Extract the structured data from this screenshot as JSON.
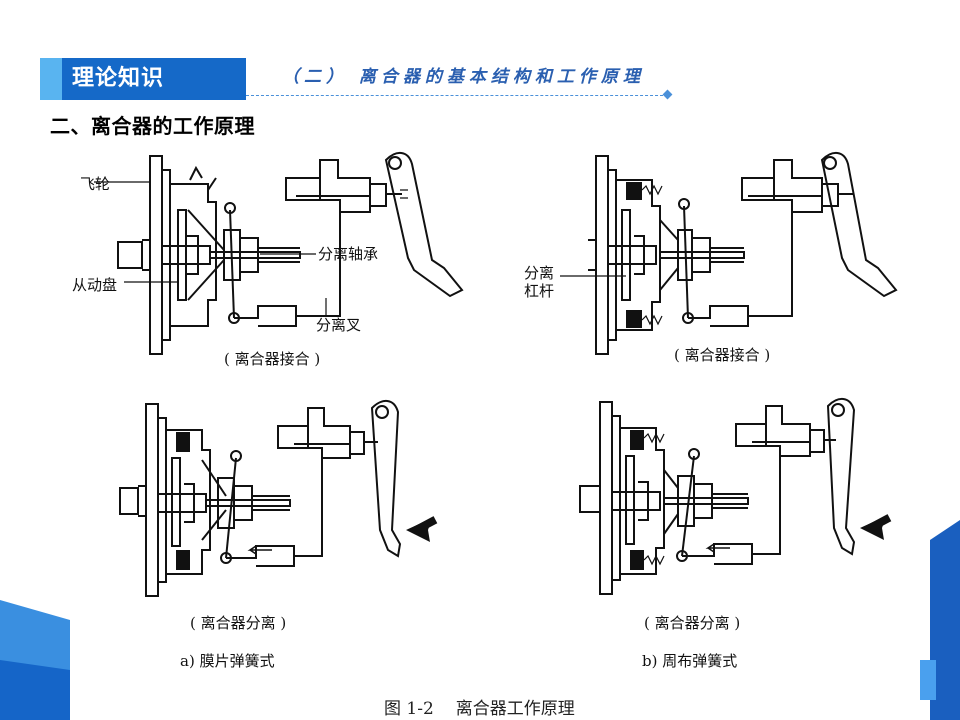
{
  "header": {
    "tag": "理论知识",
    "subtitle": "（二） 离合器的基本结构和工作原理"
  },
  "section_heading": "二、离合器的工作原理",
  "figure": {
    "number": "图 1-2",
    "title": "离合器工作原理",
    "panels": [
      {
        "caption": "( 离合器接合 )"
      },
      {
        "caption": "( 离合器接合 )"
      },
      {
        "caption": "( 离合器分离 )"
      },
      {
        "caption": "( 离合器分离 )"
      }
    ],
    "sub_captions": [
      "a) 膜片弹簧式",
      "b) 周布弹簧式"
    ],
    "callouts": {
      "flywheel": "飞轮",
      "driven_disc": "从动盘",
      "release_bearing": "分离轴承",
      "release_fork": "分离叉",
      "release_lever": "分离\n杠杆"
    }
  },
  "colors": {
    "primary_blue": "#1569c8",
    "accent_blue": "#59b4f0",
    "subtitle_blue": "#2a5fb0"
  }
}
